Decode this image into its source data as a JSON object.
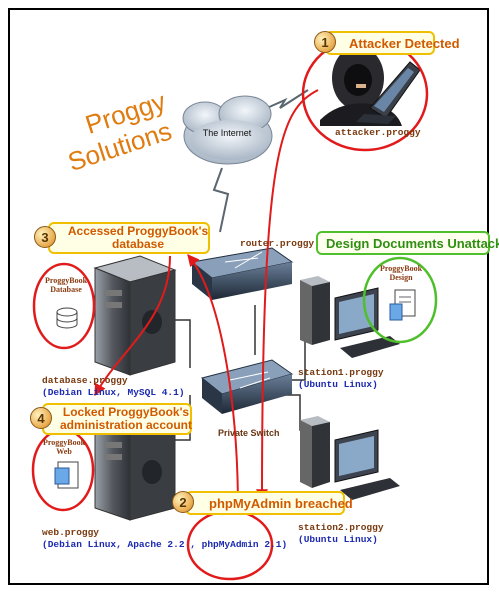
{
  "brand": {
    "line1": "Proggy",
    "line2": "Solutions"
  },
  "internet_label": "The Internet",
  "callouts": [
    {
      "number": "1",
      "text": "Attacker Detected"
    },
    {
      "number": "2",
      "text": "phpMyAdmin breached"
    },
    {
      "number": "3",
      "line1": "Accessed ProggyBook's",
      "line2": "database"
    },
    {
      "number": "4",
      "line1": "Locked ProggyBook's",
      "line2": "administration account"
    }
  ],
  "design_callout": "Design Documents Unattacked",
  "hosts": {
    "attacker": "attacker.proggy",
    "router": "router.proggy",
    "database": {
      "name": "database.proggy",
      "os": "(Debian Linux, MySQL 4.1)"
    },
    "web": {
      "name": "web.proggy",
      "os": "(Debian Linux, Apache 2.2 , phpMyAdmin 2.1)"
    },
    "station1": {
      "name": "station1.proggy",
      "os": "(Ubuntu Linux)"
    },
    "station2": {
      "name": "station2.proggy",
      "os": "(Ubuntu Linux)"
    }
  },
  "switch_label": "Private Switch",
  "icon_labels": {
    "db": {
      "line1": "ProggyBook",
      "line2": "Database"
    },
    "web": {
      "line1": "ProggyBook",
      "line2": "Web"
    },
    "design": {
      "line1": "ProggyBook",
      "line2": "Design"
    }
  },
  "colors": {
    "attack": "#e11b1b",
    "safe": "#4fbf2b",
    "callout_border": "#f0c000",
    "callout_text": "#d05a00"
  }
}
